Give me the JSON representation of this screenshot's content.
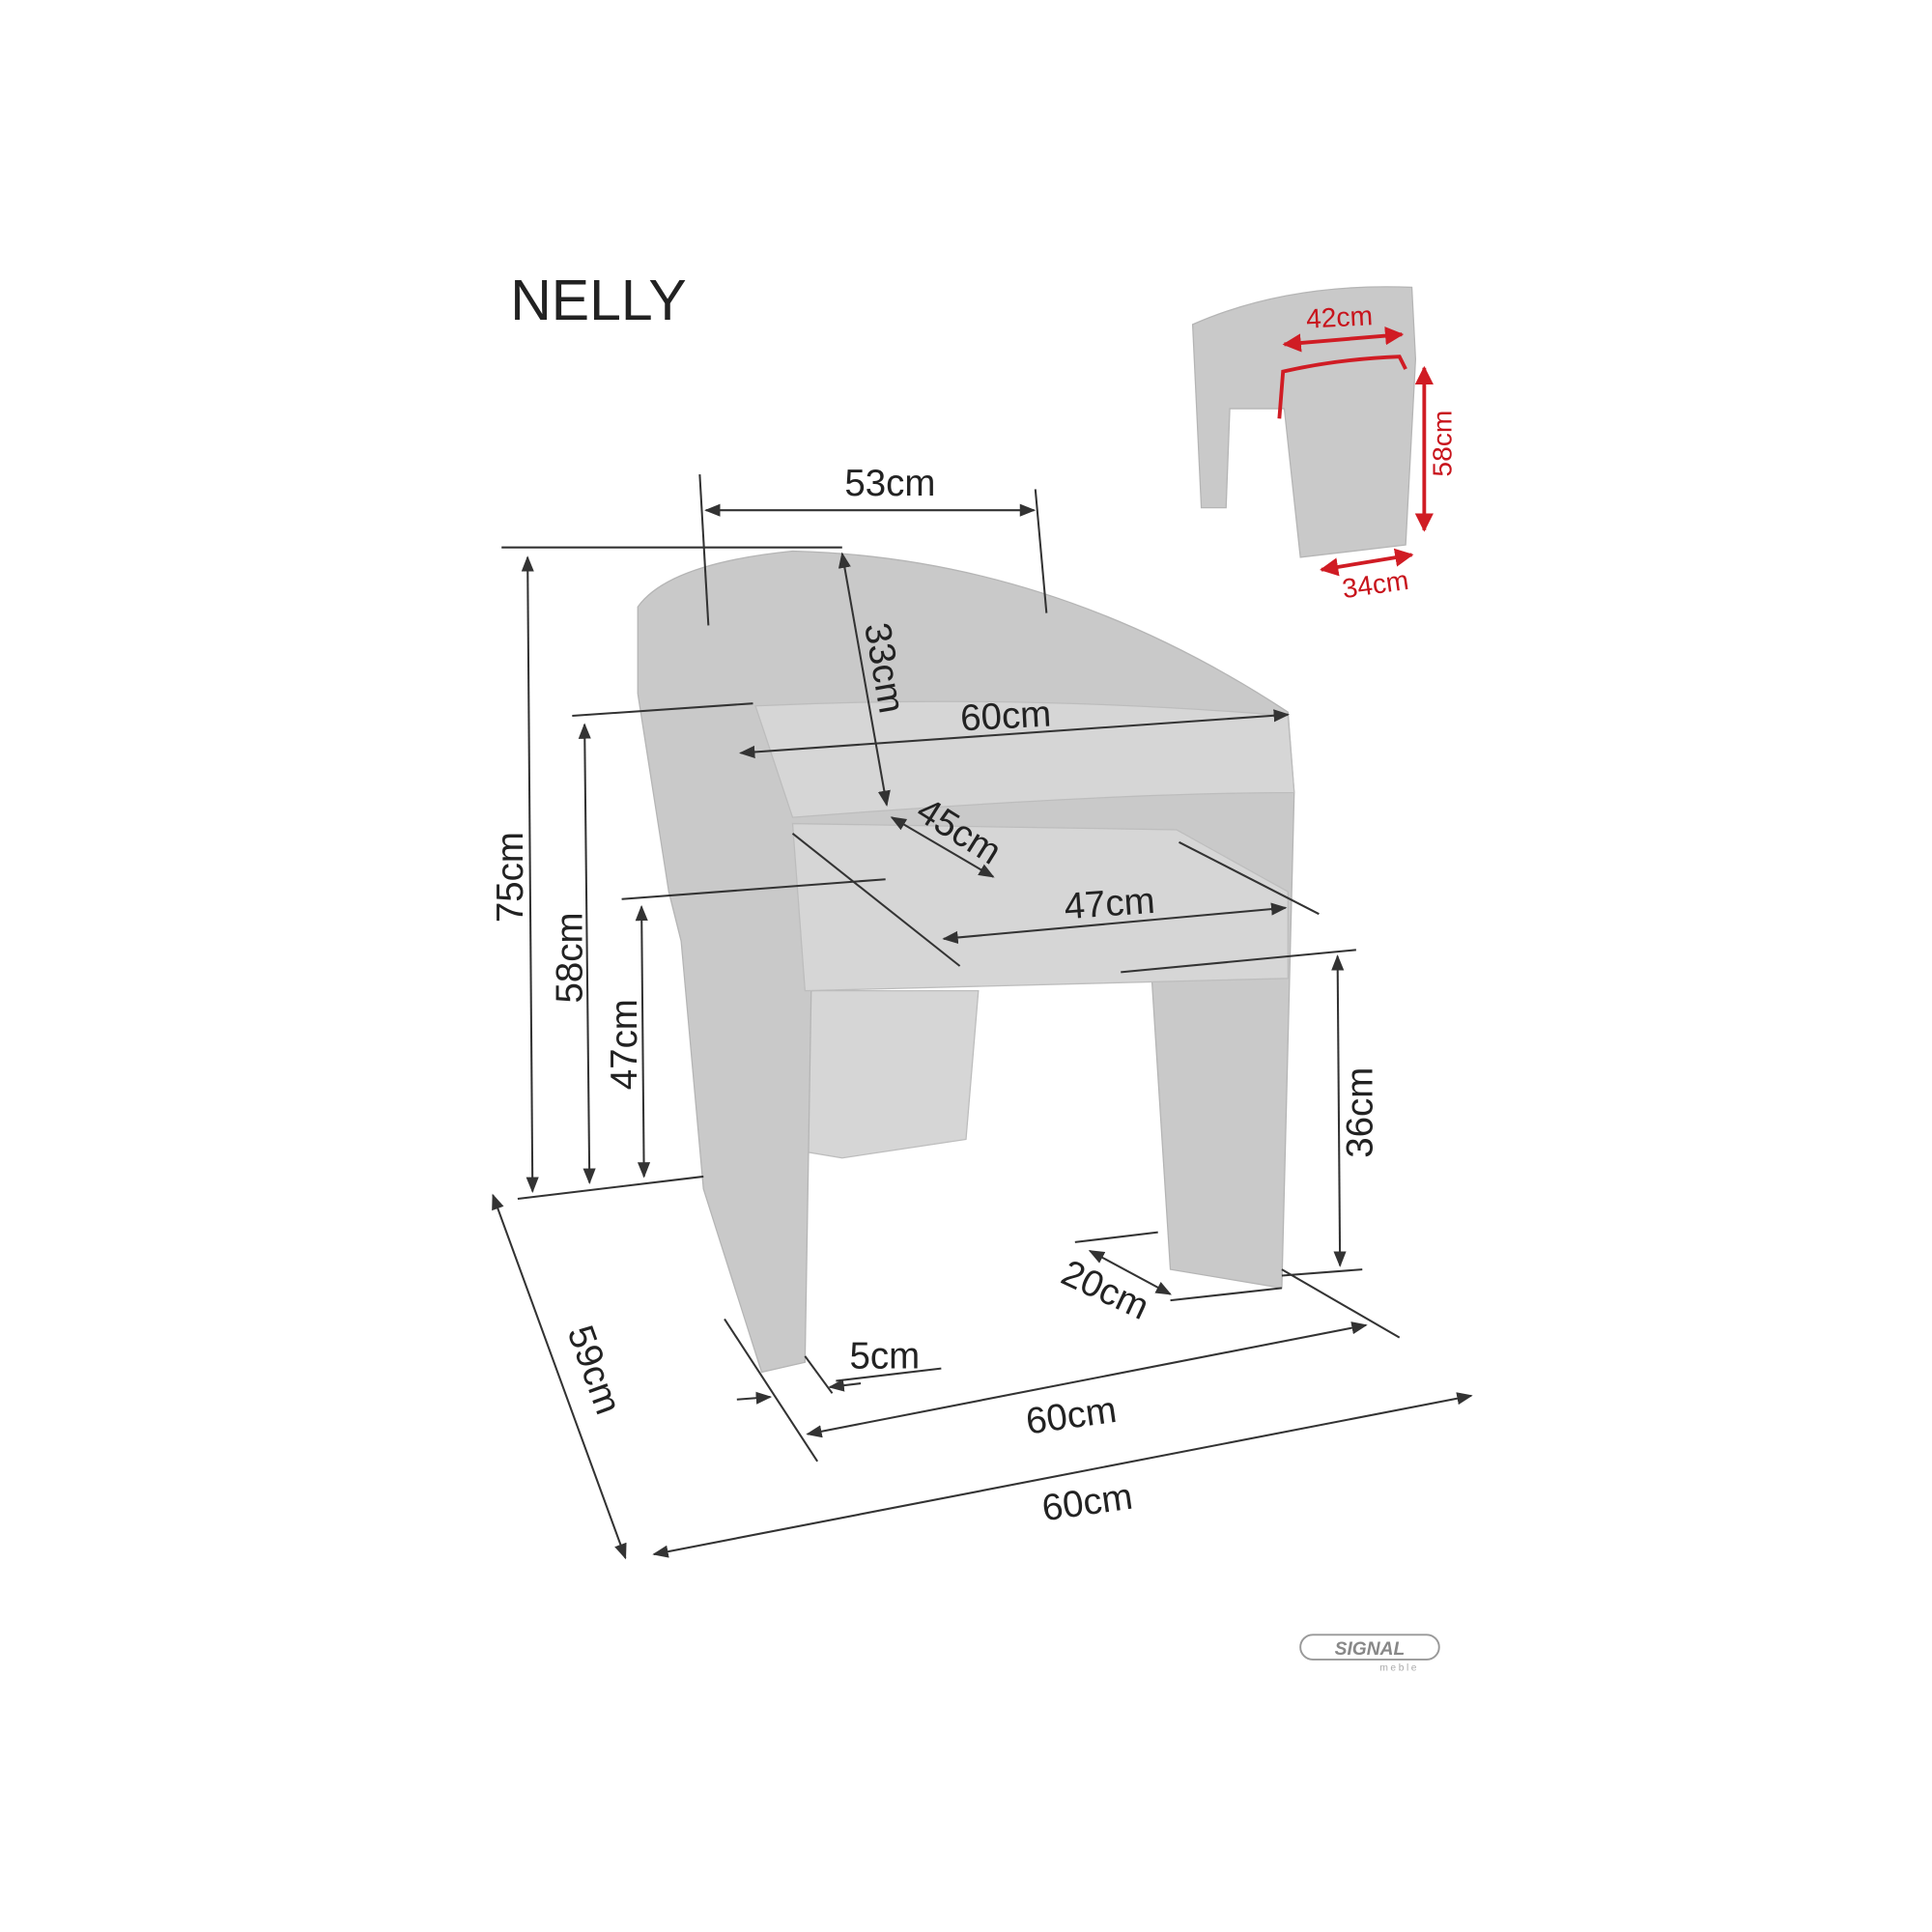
{
  "title": "NELLY",
  "dimensions": {
    "back_width": "53cm",
    "back_height": "33cm",
    "arm_width": "60cm",
    "seat_depth": "45cm",
    "seat_width": "47cm",
    "total_height": "75cm",
    "arm_height": "58cm",
    "seat_height": "47cm",
    "leg_clearance": "36cm",
    "leg_depth": "20cm",
    "leg_thickness": "5cm",
    "inner_width": "60cm",
    "depth": "59cm",
    "total_width": "60cm"
  },
  "inset": {
    "back_inner_width": "42cm",
    "back_inner_height": "58cm",
    "back_bottom_width": "34cm",
    "accent_color": "#d01c24"
  },
  "logo": {
    "brand": "SIGNAL",
    "sub": "meble"
  }
}
